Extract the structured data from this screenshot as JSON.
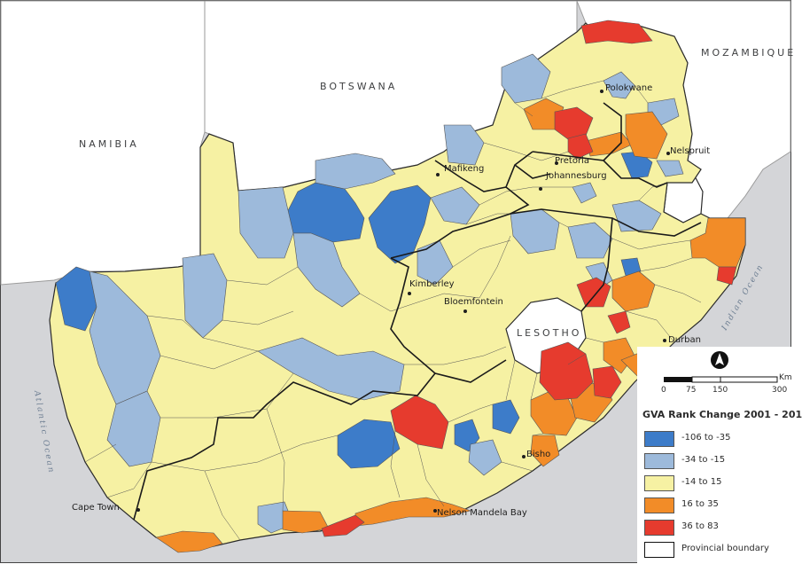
{
  "countries": {
    "namibia": "NAMIBIA",
    "botswana": "BOTSWANA",
    "mozambique": "MOZAMBIQUE",
    "lesotho": "LESOTHO"
  },
  "oceans": {
    "atlantic": "Atlantic Ocean",
    "indian": "Indian Ocean"
  },
  "cities": {
    "polokwane": "Polokwane",
    "pretoria": "Pretoria",
    "johannesburg": "Johannesburg",
    "nelspruit": "Nelspruit",
    "mafikeng": "Mafikeng",
    "kimberley": "Kimberley",
    "bloemfontein": "Bloemfontein",
    "durban": "Durban",
    "bisho": "Bisho",
    "cape_town": "Cape Town",
    "nelson_mandela_bay": "Nelson Mandela Bay"
  },
  "scale_bar": {
    "labels": [
      "0",
      "75",
      "150",
      "300"
    ],
    "unit": "Km"
  },
  "legend": {
    "title": "GVA Rank Change 2001 - 201",
    "items": [
      {
        "label": "-106 to -35",
        "color": "#3d7cc9"
      },
      {
        "label": "-34 to -15",
        "color": "#9dbadb"
      },
      {
        "label": "-14 to 15",
        "color": "#f6f1a3"
      },
      {
        "label": "16 to 35",
        "color": "#f28c28"
      },
      {
        "label": "36 to 83",
        "color": "#e63b2e"
      }
    ],
    "boundary_label": "Provincial boundary"
  },
  "colors": {
    "background": "#d4d5d8",
    "land": "#f6f1a3",
    "neighbours": "#ffffff",
    "border": "#2a2a2a"
  }
}
